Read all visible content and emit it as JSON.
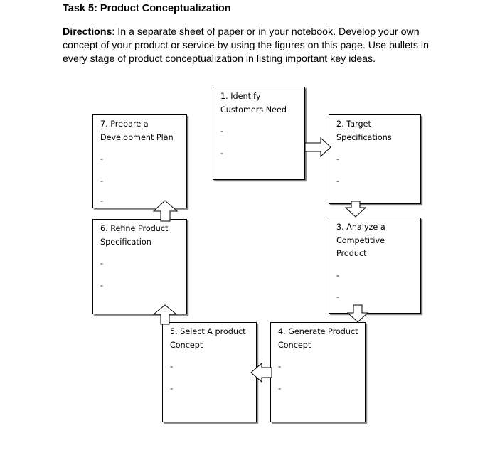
{
  "header": {
    "title": "Task 5: Product Conceptualization",
    "directions_label": "Directions",
    "directions_text": ": In a separate sheet of paper or in your notebook. Develop your own concept of your product or service by using the figures on this page. Use bullets in every stage of product conceptualization in listing important key ideas."
  },
  "boxes": {
    "b1": {
      "line1": "1. Identify",
      "line2": "Customers Need",
      "bullet": "-"
    },
    "b2": {
      "line1": "2. Target",
      "line2": "Specifications",
      "bullet": "-"
    },
    "b3": {
      "line1": "3. Analyze a",
      "line2": "Competitive",
      "line3": "Product",
      "bullet": "-"
    },
    "b4": {
      "line1": "4. Generate Product",
      "line2": "Concept",
      "bullet": "-"
    },
    "b5": {
      "line1": "5. Select A product",
      "line2": "Concept",
      "bullet": "-"
    },
    "b6": {
      "line1": "6. Refine Product",
      "line2": "Specification",
      "bullet": "-"
    },
    "b7": {
      "line1": "7. Prepare a",
      "line2": "Development Plan",
      "bullet": "-"
    }
  }
}
